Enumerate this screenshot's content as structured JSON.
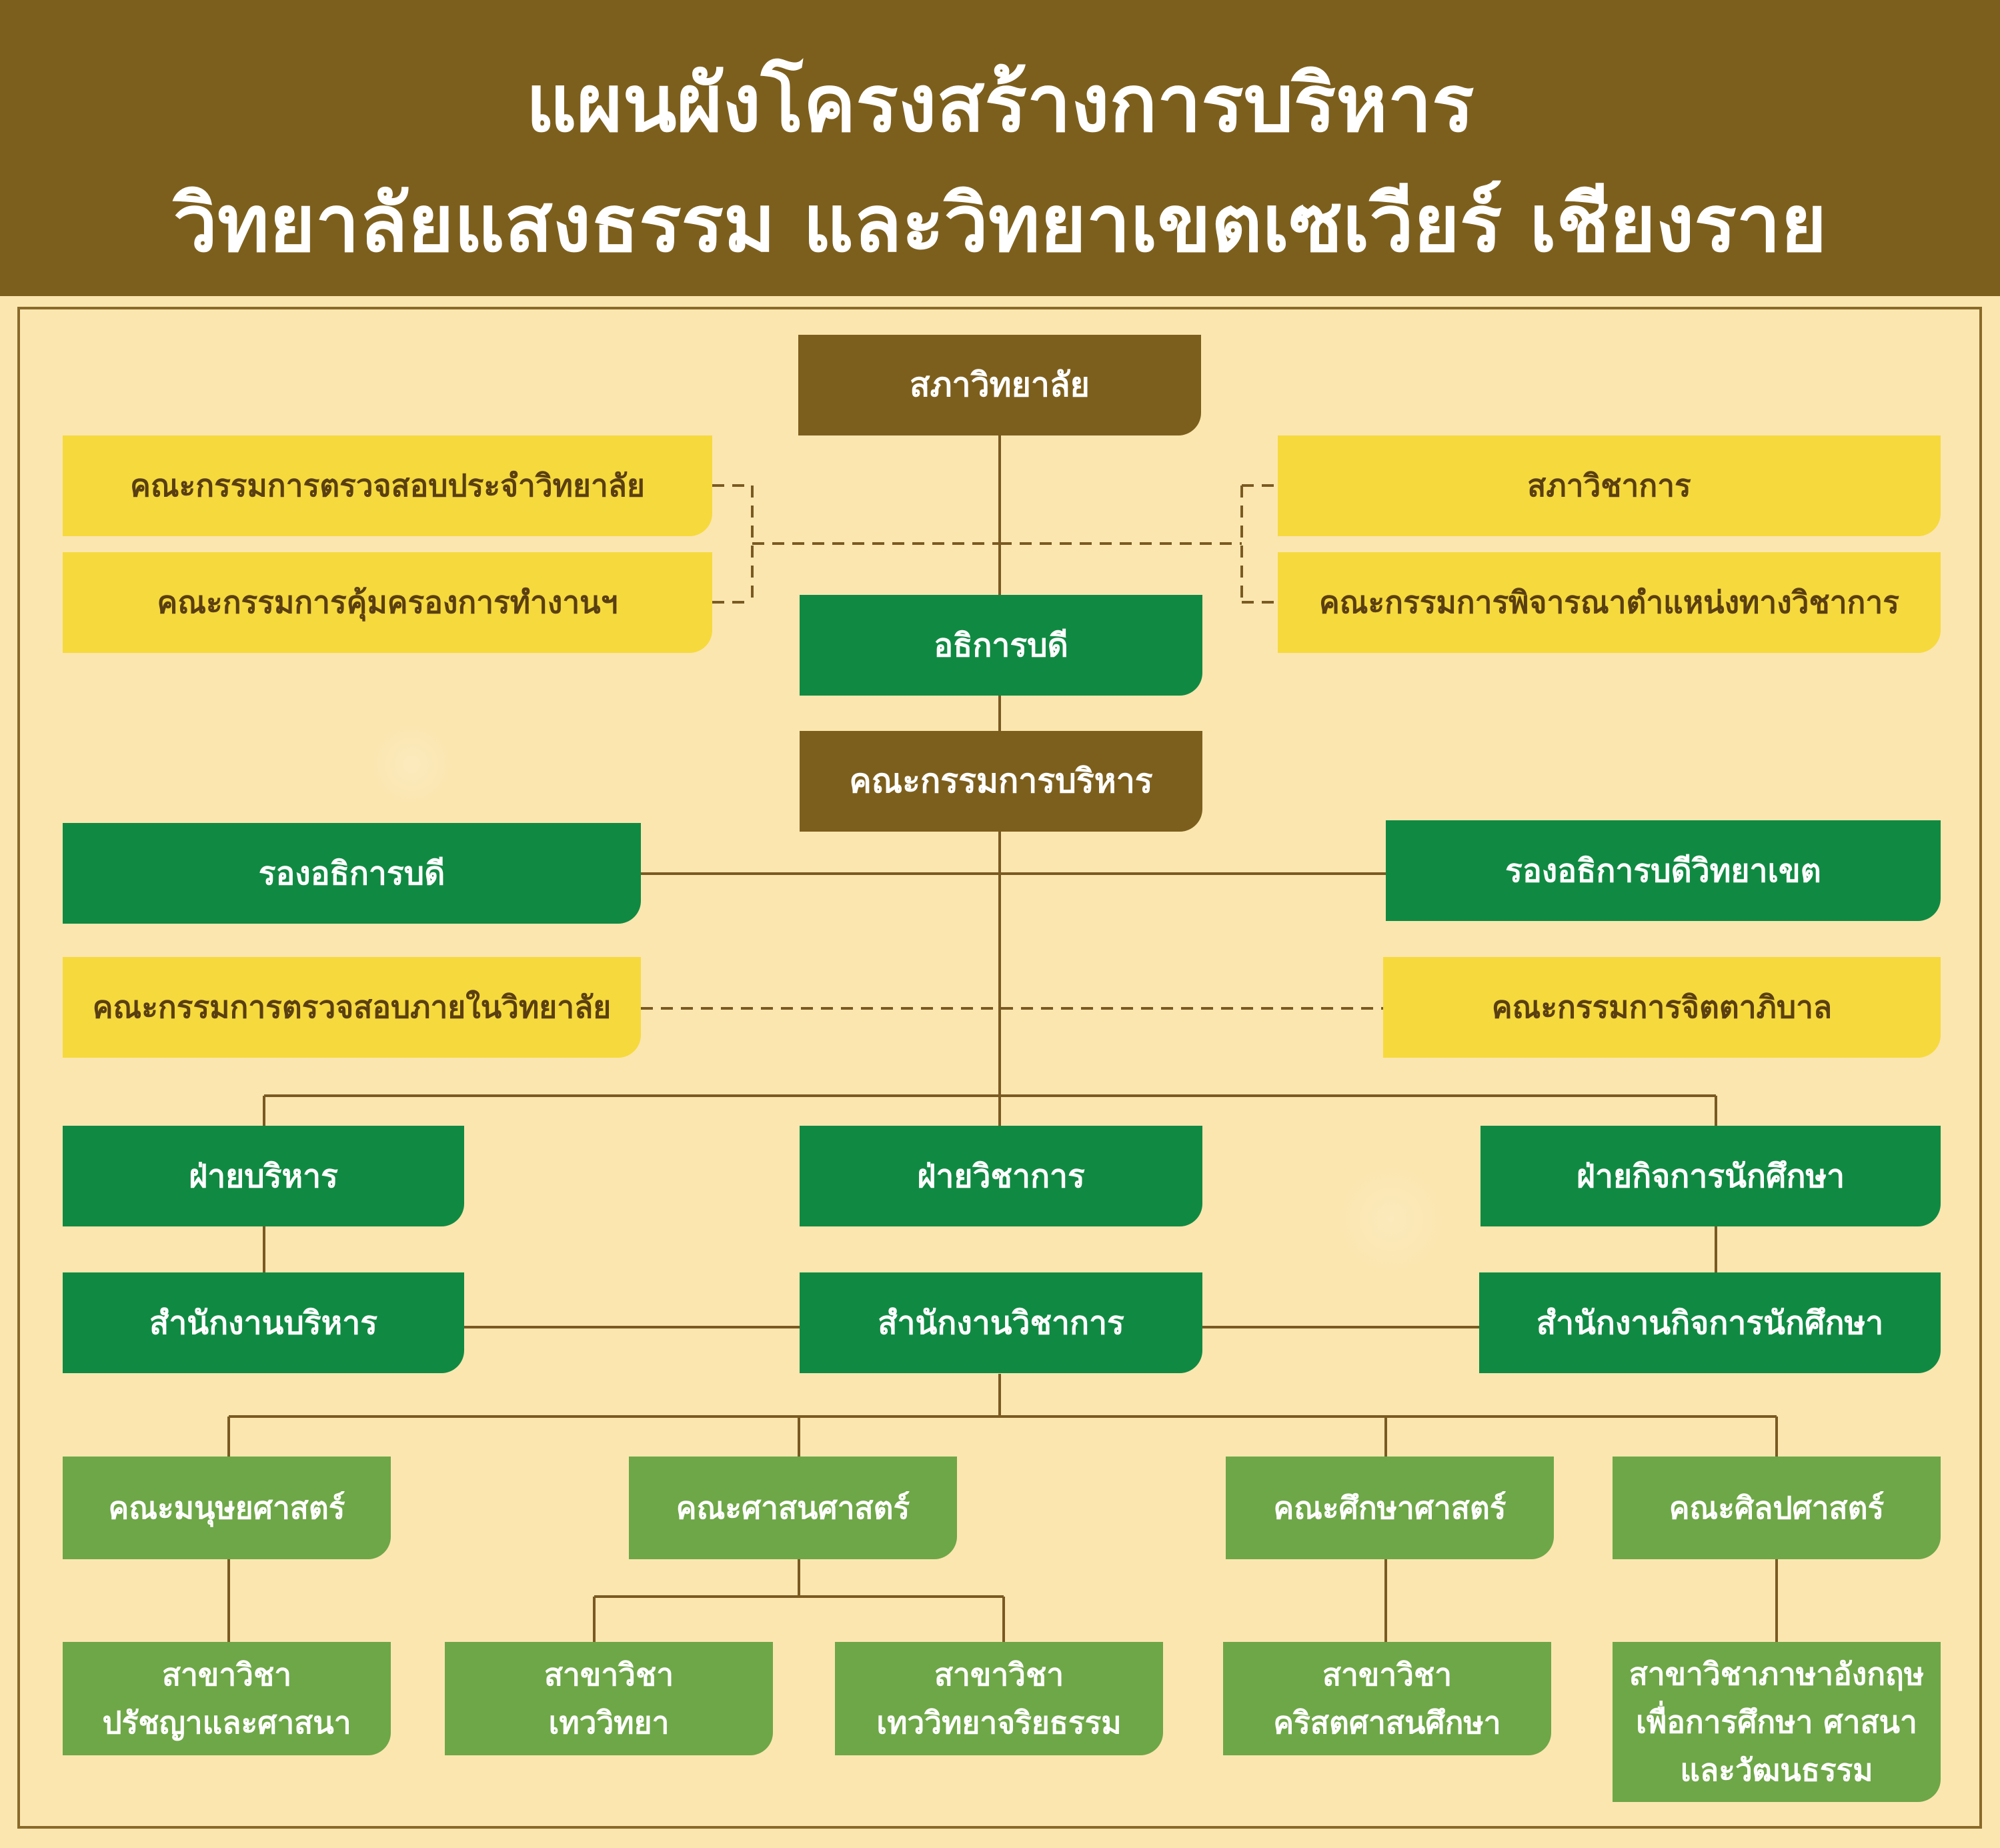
{
  "title": {
    "line1": "แผนผังโครงสร้างการบริหาร",
    "line2": "วิทยาลัยแสงธรรม  และวิทยาเขตเซเวียร์  เชียงราย"
  },
  "nodes": {
    "council": "สภาวิทยาลัย",
    "audit_committee": "คณะกรรมการตรวจสอบประจำวิทยาลัย",
    "work_protection": "คณะกรรมการคุ้มครองการทำงานฯ",
    "academic_council": "สภาวิชาการ",
    "academic_position": "คณะกรรมการพิจารณาตำแหน่งทางวิชาการ",
    "president": "อธิการบดี",
    "executive_committee": "คณะกรรมการบริหาร",
    "vice_president": "รองอธิการบดี",
    "vice_president_campus": "รองอธิการบดีวิทยาเขต",
    "internal_audit": "คณะกรรมการตรวจสอบภายในวิทยาลัย",
    "pastoral_committee": "คณะกรรมการจิตตาภิบาล",
    "admin_division": "ฝ่ายบริหาร",
    "academic_division": "ฝ่ายวิชาการ",
    "student_division": "ฝ่ายกิจการนักศึกษา",
    "admin_office": "สำนักงานบริหาร",
    "academic_office": "สำนักงานวิชาการ",
    "student_office": "สำนักงานกิจการนักศึกษา",
    "faculty_humanities": "คณะมนุษยศาสตร์",
    "faculty_religion": "คณะศาสนศาสตร์",
    "faculty_education": "คณะศึกษาศาสตร์",
    "faculty_arts": "คณะศิลปศาสตร์",
    "major_philosophy": [
      "สาขาวิชา",
      "ปรัชญาและศาสนา"
    ],
    "major_theology": [
      "สาขาวิชา",
      "เทววิทยา"
    ],
    "major_moral_theology": [
      "สาขาวิชา",
      "เทววิทยาจริยธรรม"
    ],
    "major_christian_ed": [
      "สาขาวิชา",
      "คริสตศาสนศึกษา"
    ],
    "major_english": [
      "สาขาวิชาภาษาอังกฤษ",
      "เพื่อการศึกษา  ศาสนา",
      "และวัฒนธรรม"
    ]
  },
  "colors": {
    "header": "#7d5f1d",
    "brown_box": "#7d5f1d",
    "yellow_box": "#f6d93d",
    "green_box": "#108a42",
    "light_green_box": "#6ea747",
    "background": "#fbe6b0",
    "line": "#7a5a22"
  }
}
